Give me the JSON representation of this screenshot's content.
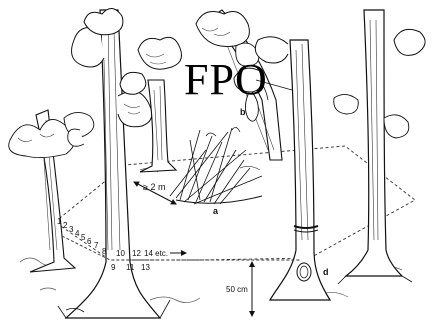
{
  "watermark": "FPO",
  "labels": {
    "a": "a",
    "b": "b",
    "d": "d",
    "distance": "≥ 2 m",
    "height": "50 cm",
    "numbers_upper": [
      "1",
      "2",
      "3",
      "4",
      "5",
      "6",
      "7",
      "8",
      "10",
      "12"
    ],
    "etc": "14 etc.",
    "numbers_lower": [
      "9",
      "11",
      "13"
    ]
  }
}
